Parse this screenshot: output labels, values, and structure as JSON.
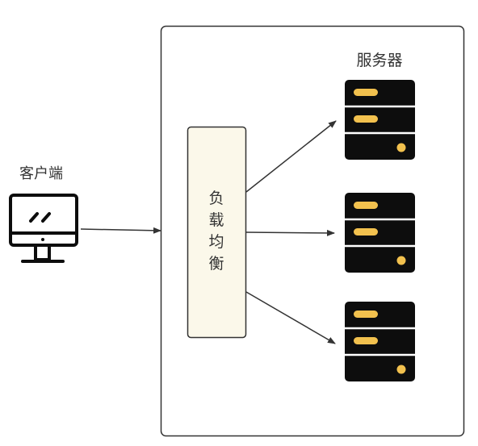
{
  "client": {
    "label": "客户端",
    "icon": "desktop-monitor-icon"
  },
  "load_balancer": {
    "chars": [
      "负",
      "载",
      "均",
      "衡"
    ],
    "fill": "#fbf8ea",
    "stroke": "#333333"
  },
  "server_group": {
    "label": "服务器",
    "server_count": 3,
    "icon": "server-rack-icon",
    "server_body_color": "#0d0d0d",
    "indicator_color": "#f2c14e"
  },
  "colors": {
    "line": "#333333",
    "container_border": "#333333"
  }
}
